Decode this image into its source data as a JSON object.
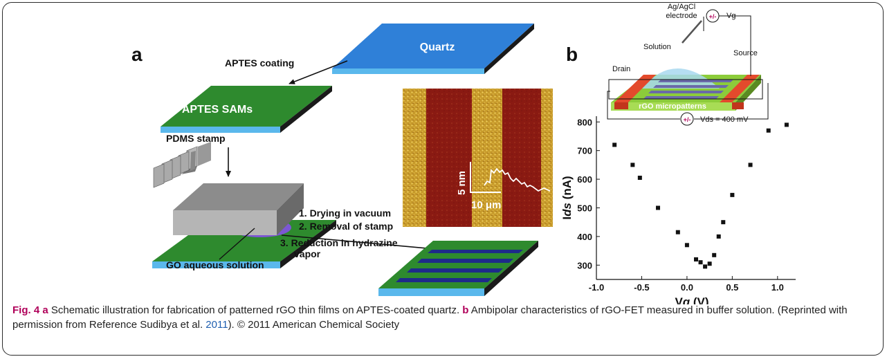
{
  "panel_a": {
    "label": "a",
    "quartz": "Quartz",
    "step_aptes": "APTES coating",
    "aptes_sams": "APTES SAMs",
    "pdms": "PDMS stamp",
    "go_solution": "GO aqueous solution",
    "steps": [
      "1. Drying in vacuum",
      "2. Removal of stamp",
      "3. Reduction in hydrazine",
      "vapor"
    ],
    "afm_y": "5 nm",
    "afm_x": "10 μm"
  },
  "panel_b": {
    "label": "b",
    "electrode": [
      "Ag/AgCl",
      "electrode"
    ],
    "vg": "Vg",
    "solution": "Solution",
    "source": "Source",
    "drain": "Drain",
    "micropatterns": "rGO micropatterns",
    "plusminus": "+/-",
    "vds": "Vds = 400 mV"
  },
  "chart_data": {
    "type": "scatter",
    "x": [
      -0.8,
      -0.6,
      -0.52,
      -0.32,
      -0.1,
      0.0,
      0.1,
      0.15,
      0.2,
      0.25,
      0.3,
      0.35,
      0.4,
      0.5,
      0.7,
      0.9,
      1.1
    ],
    "y": [
      720,
      650,
      605,
      500,
      415,
      370,
      320,
      310,
      295,
      305,
      335,
      400,
      450,
      545,
      650,
      770,
      790
    ],
    "xlabel": "Vg (V)",
    "ylabel": "Ids (nA)",
    "xlim": [
      -1.0,
      1.2
    ],
    "ylim": [
      250,
      820
    ],
    "x_ticks": [
      "-1.0",
      "-0.5",
      "0.0",
      "0.5",
      "1.0"
    ],
    "y_ticks": [
      "300",
      "400",
      "500",
      "600",
      "700",
      "800"
    ],
    "grid": false
  },
  "caption": {
    "fig_label": "Fig. 4",
    "a_label": "a",
    "a_text": " Schematic illustration for fabrication of patterned rGO thin films on APTES-coated quartz. ",
    "b_label": "b",
    "b_text": " Ambipolar characteristics of rGO-FET measured in buffer solution. (Reprinted with permission from Reference Sudibya et al. ",
    "ref_year": "2011",
    "tail": "). © 2011 American Chemical Society"
  }
}
